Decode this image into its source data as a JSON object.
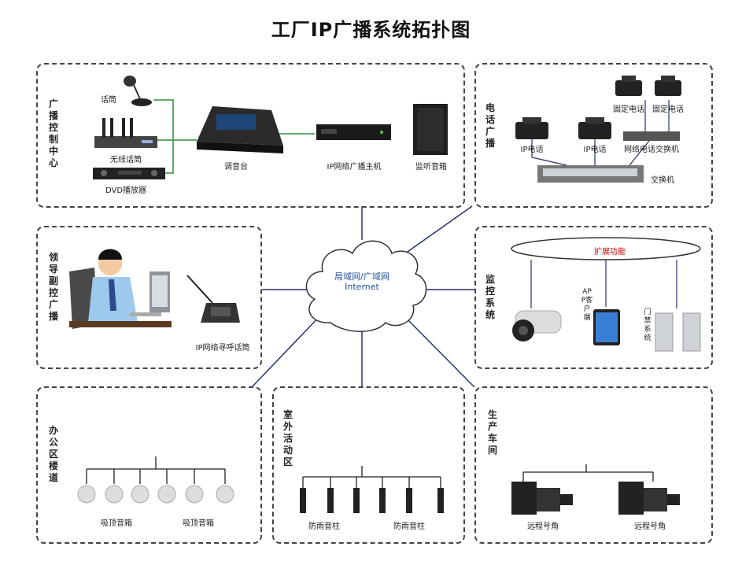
{
  "title": "工厂IP广播系统拓扑图",
  "cloud": {
    "line1": "局域网/广域网",
    "line2": "Internet"
  },
  "control_center": {
    "title": "广播控制中心",
    "mic": "话筒",
    "wireless_mic": "无线话筒",
    "dvd": "DVD播放器",
    "mixer": "调音台",
    "host": "IP网络广播主机",
    "monitor_speaker": "监听音箱"
  },
  "phone": {
    "title": "电话广播",
    "ip_phone_1": "IP电话",
    "ip_phone_2": "IP电话",
    "fixed_phone_1": "固定电话",
    "fixed_phone_2": "固定电话",
    "gateway": "网络电话交换机",
    "switch": "交换机"
  },
  "leader": {
    "title": "领导副控广播",
    "pager": "IP网络寻呼话筒"
  },
  "monitor": {
    "title": "监控系统",
    "ext": "扩展功能",
    "app": "APP客户端",
    "gate": "门禁系统"
  },
  "office": {
    "title": "办公区楼道",
    "speaker1": "吸顶音箱",
    "speaker2": "吸顶音箱"
  },
  "outdoor": {
    "title": "室外活动区",
    "column1": "防雨音柱",
    "column2": "防雨音柱"
  },
  "workshop": {
    "title": "生产车间",
    "horn1": "远程号角",
    "horn2": "远程号角"
  }
}
